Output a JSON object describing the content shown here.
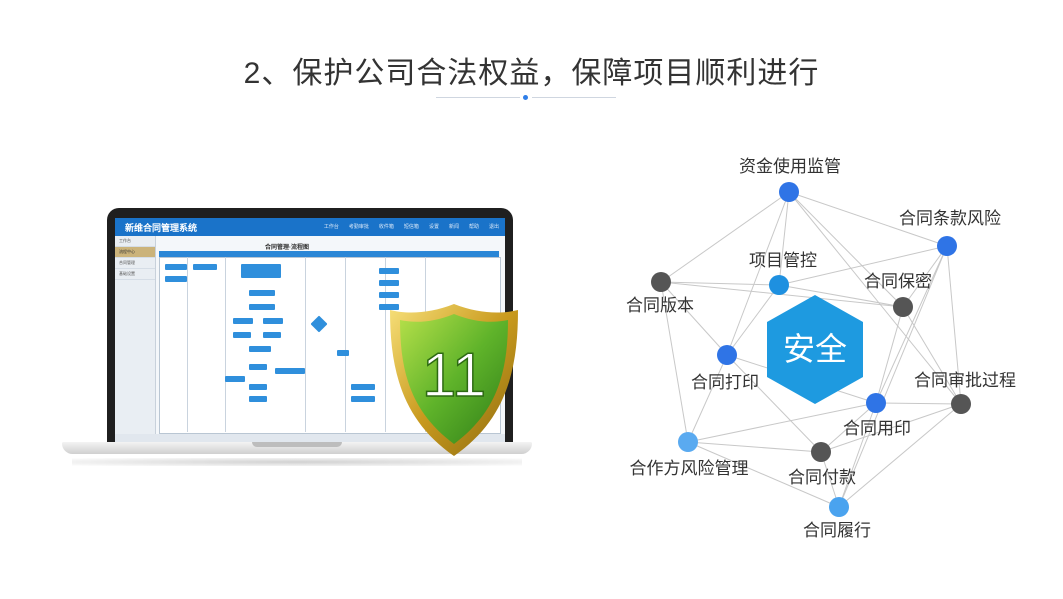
{
  "heading": {
    "title": "2、保护公司合法权益，保障项目顺利进行"
  },
  "laptop": {
    "app_title": "新维合同管理系统",
    "menu": [
      "工作台",
      "考勤审批",
      "收件箱",
      "短信箱",
      "设置",
      "新闻",
      "帮助",
      "退出"
    ],
    "sidebar": [
      "工作台",
      "流程中心",
      "合同管理",
      "基础设置"
    ],
    "flow_title": "合同管理·流程图"
  },
  "shield": {
    "label": "11"
  },
  "network": {
    "center_label": "安全",
    "nodes": [
      {
        "label": "资金使用监管",
        "color": "#2f74e6"
      },
      {
        "label": "合同条款风险",
        "color": "#2f74e6"
      },
      {
        "label": "项目管控",
        "color": "#1e90e0"
      },
      {
        "label": "合同保密",
        "color": "#555555"
      },
      {
        "label": "合同版本",
        "color": "#555555"
      },
      {
        "label": "合同打印",
        "color": "#2f74e6"
      },
      {
        "label": "合同审批过程",
        "color": "#555555"
      },
      {
        "label": "合同用印",
        "color": "#2f74e6"
      },
      {
        "label": "合作方风险管理",
        "color": "#5aaaf0"
      },
      {
        "label": "合同付款",
        "color": "#555555"
      },
      {
        "label": "合同履行",
        "color": "#4aa3ef"
      }
    ],
    "accent": "#1e9ae0"
  }
}
